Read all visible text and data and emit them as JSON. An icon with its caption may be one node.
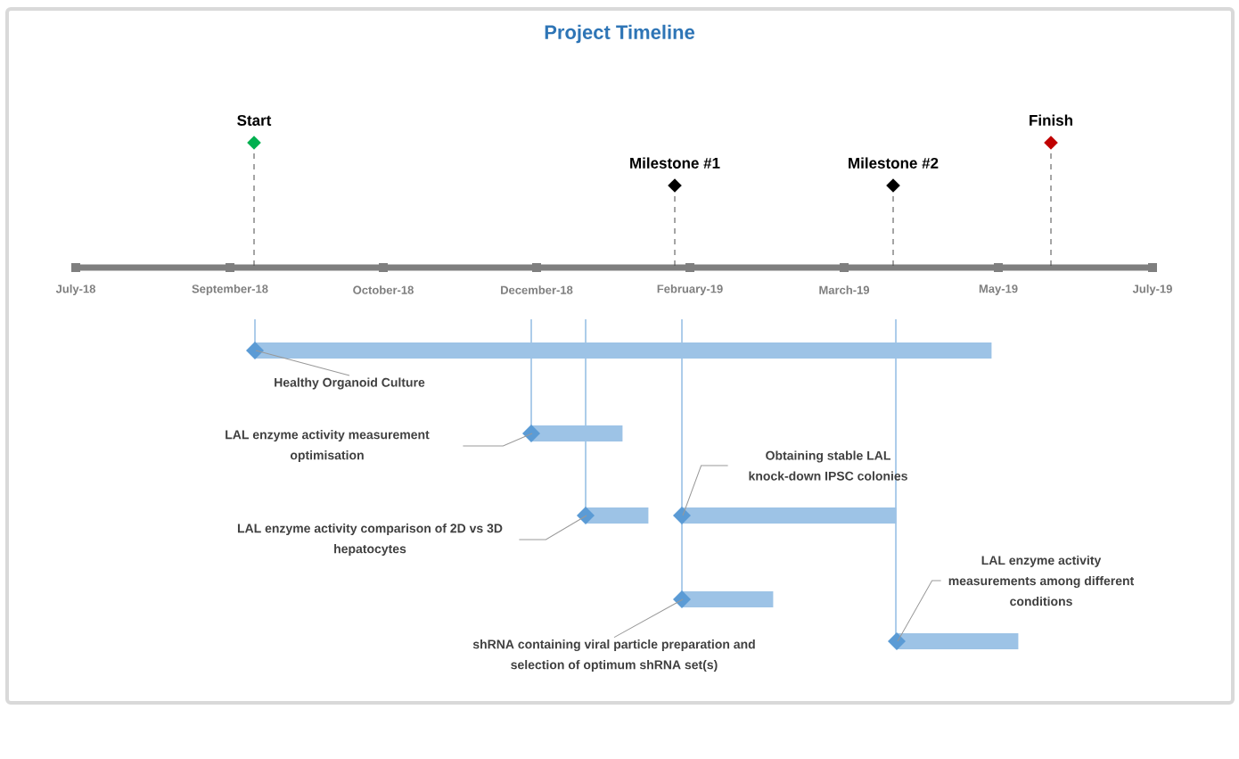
{
  "diagram": {
    "title": "Project Timeline",
    "nodes": [
      {
        "text": [
          "Start"
        ]
      },
      {
        "text": [
          "Milestone #1"
        ]
      },
      {
        "text": [
          "Milestone #2"
        ]
      },
      {
        "text": [
          "Finish"
        ]
      },
      {
        "text": [
          "Healthy Organoid Culture"
        ]
      },
      {
        "text": [],
        "shape": "bar"
      },
      {
        "text": [
          "LAL enzyme activity measurement optimisation"
        ]
      },
      {
        "text": [],
        "shape": "bar"
      },
      {
        "text": [
          "LAL enzyme activity comparison of 2D vs 3D hepatocytes"
        ]
      },
      {
        "text": [],
        "shape": "bar"
      },
      {
        "text": [
          "Obtaining stable LAL knock-down IPSC colonies"
        ]
      },
      {
        "text": [],
        "shape": "bar"
      },
      {
        "text": [],
        "shape": "bar"
      },
      {
        "text": [
          "shRNA containing viral particle preparation and selection of optimum shRNA set(s)"
        ]
      },
      {
        "text": [
          "LAL enzyme activity measurements among different conditions"
        ]
      },
      {
        "text": [],
        "shape": "bar"
      }
    ],
    "edges": [
      {
        "from": 4,
        "to": 5,
        "arrow": "none"
      },
      {
        "from": 6,
        "to": 7,
        "arrow": "none"
      },
      {
        "from": 8,
        "to": 9,
        "arrow": "none"
      },
      {
        "from": 10,
        "to": 11,
        "arrow": "none"
      },
      {
        "from": 13,
        "to": 12,
        "arrow": "none"
      },
      {
        "from": 14,
        "to": 15,
        "arrow": "none"
      }
    ],
    "labels": [
      "July-18",
      "September-18",
      "October-18",
      "December-18",
      "February-19",
      "March-19",
      "May-19",
      "July-19"
    ]
  }
}
